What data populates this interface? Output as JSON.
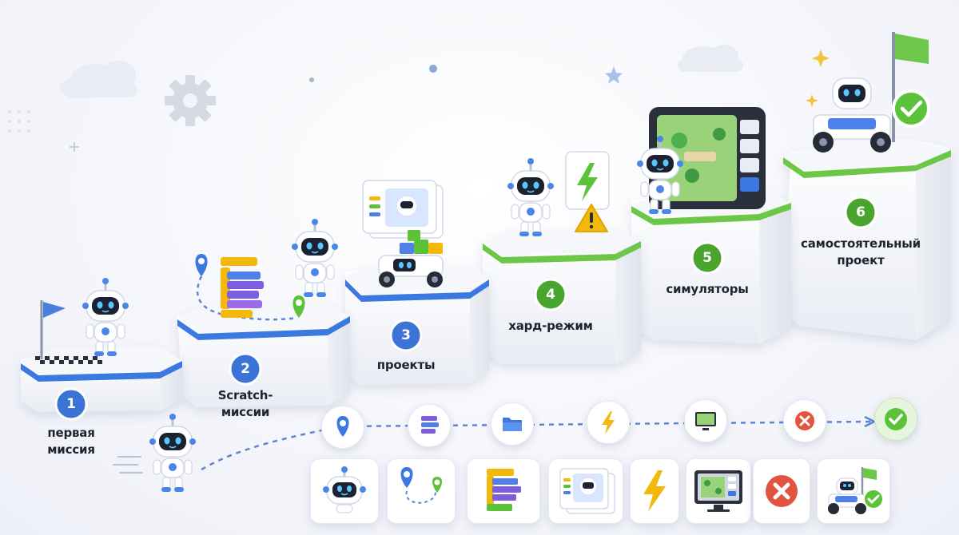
{
  "steps": [
    {
      "number": "1",
      "label_line1": "первая",
      "label_line2": "миссия",
      "accent": "blue"
    },
    {
      "number": "2",
      "label_line1": "Scratch-",
      "label_line2": "миссии",
      "accent": "blue"
    },
    {
      "number": "3",
      "label_line1": "проекты",
      "label_line2": "",
      "accent": "blue"
    },
    {
      "number": "4",
      "label_line1": "хард-режим",
      "label_line2": "",
      "accent": "green"
    },
    {
      "number": "5",
      "label_line1": "симуляторы",
      "label_line2": "",
      "accent": "green"
    },
    {
      "number": "6",
      "label_line1": "самостоятельный",
      "label_line2": "проект",
      "accent": "green"
    }
  ],
  "progress_icons": [
    "location-pin-icon",
    "scratch-blocks-icon",
    "folder-icon",
    "lightning-icon",
    "simulator-screen-icon",
    "error-x-icon",
    "checkmark-icon"
  ],
  "bottom_tiles": [
    "robot-icon",
    "route-pins-icon",
    "scratch-blocks-icon",
    "project-cards-icon",
    "lightning-icon",
    "simulator-monitor-icon",
    "error-x-icon",
    "robot-finish-icon"
  ],
  "colors": {
    "blue_accent": "#3b78e0",
    "green_accent": "#5cc23a",
    "number_blue": "#3b74d6",
    "number_green": "#4aa52e",
    "warning_yellow": "#f2b90c",
    "error_red": "#e2543f",
    "path_dash": "#5a86d8"
  }
}
